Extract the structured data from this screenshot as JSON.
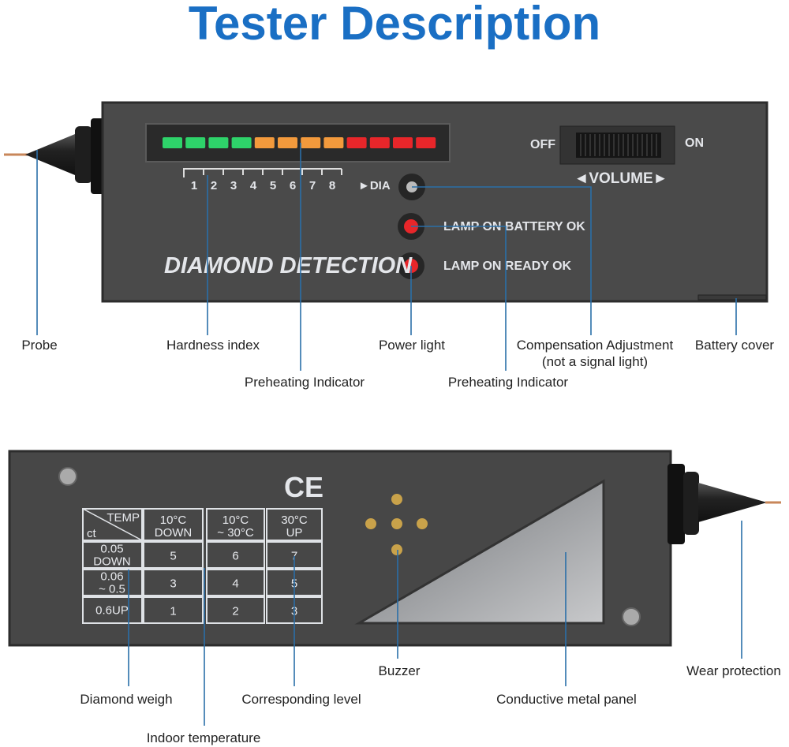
{
  "title": "Tester Description",
  "colors": {
    "title": "#1a6fc4",
    "callout": "#2a6fa8",
    "body": "#4a4a4a",
    "led_green": "#2ed36a",
    "led_orange": "#f39a3c",
    "led_red": "#e8262a"
  },
  "top_device": {
    "brand_text": "DIAMOND DETECTION",
    "scale": [
      "1",
      "2",
      "3",
      "4",
      "5",
      "6",
      "7",
      "8"
    ],
    "scale_end": "►DIA",
    "leds": [
      "green",
      "green",
      "green",
      "green",
      "orange",
      "orange",
      "orange",
      "orange",
      "red",
      "red",
      "red",
      "red"
    ],
    "lamp_battery": "LAMP ON BATTERY OK",
    "lamp_ready": "LAMP ON READY OK",
    "switch_off": "OFF",
    "switch_on": "ON",
    "volume": "◄VOLUME►"
  },
  "top_callouts": {
    "probe": "Probe",
    "hardness": "Hardness index",
    "preheat1": "Preheating Indicator",
    "power": "Power light",
    "compensation": "Compensation Adjustment",
    "compensation_note": "(not a signal light)",
    "preheat2": "Preheating Indicator",
    "battery": "Battery cover"
  },
  "bottom_device": {
    "ce_mark": "CE",
    "table": {
      "corner_temp": "TEMP",
      "corner_ct": "ct",
      "headers": [
        [
          "10°C",
          "DOWN"
        ],
        [
          "10°C",
          "~ 30°C"
        ],
        [
          "30°C",
          "UP"
        ]
      ],
      "rows": [
        {
          "weight": [
            "0.05",
            "DOWN"
          ],
          "values": [
            "5",
            "6",
            "7"
          ]
        },
        {
          "weight": [
            "0.06",
            "~ 0.5"
          ],
          "values": [
            "3",
            "4",
            "5"
          ]
        },
        {
          "weight": [
            "0.6UP",
            ""
          ],
          "values": [
            "1",
            "2",
            "3"
          ]
        }
      ]
    }
  },
  "bottom_callouts": {
    "diamond_weigh": "Diamond weigh",
    "indoor_temp": "Indoor temperature",
    "level": "Corresponding level",
    "buzzer": "Buzzer",
    "panel": "Conductive metal panel",
    "wear": "Wear protection"
  }
}
